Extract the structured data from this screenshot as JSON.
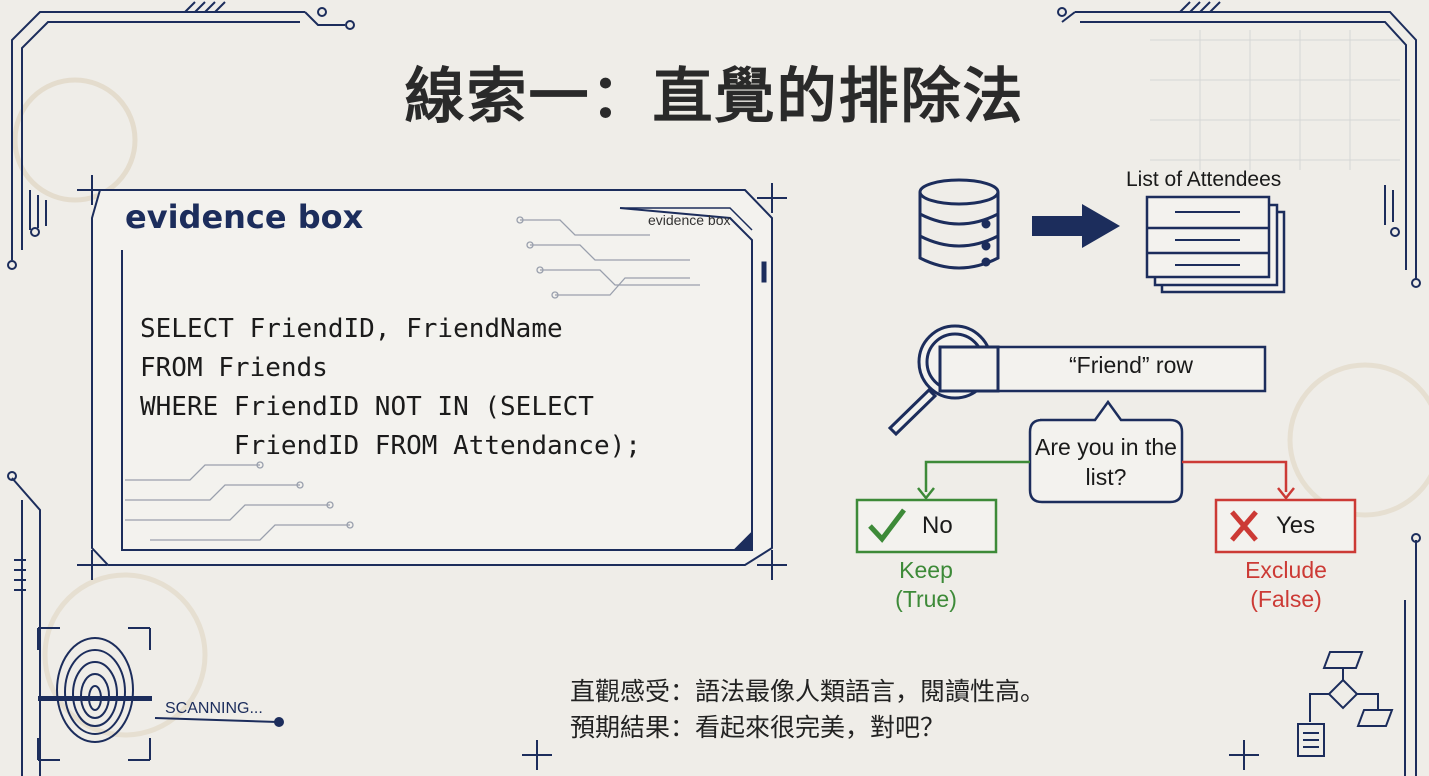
{
  "title": "線索一：直覺的排除法",
  "evidence_box": {
    "heading": "evidence box",
    "tab_label": "evidence box",
    "code": "SELECT FriendID, FriendName\nFROM Friends\nWHERE FriendID NOT IN (SELECT\n      FriendID FROM Attendance);"
  },
  "flow": {
    "attendees_label": "List of Attendees",
    "friend_row_label": "“Friend” row",
    "question": "Are you in the list?",
    "no_label": "No",
    "keep_label": "Keep\n(True)",
    "yes_label": "Yes",
    "exclude_label": "Exclude\n(False)"
  },
  "scanning_label": "SCANNING...",
  "notes": {
    "line1": "直觀感受：語法最像人類語言，閱讀性高。",
    "line2": "預期結果：看起來很完美，對吧？"
  },
  "colors": {
    "navy": "#1c2d5c",
    "green": "#3d8a38",
    "red": "#cc3a35",
    "background": "#efede8"
  },
  "icons": [
    "database-icon",
    "arrow-right-icon",
    "document-stack-icon",
    "magnifier-icon",
    "check-icon",
    "cross-icon",
    "fingerprint-icon",
    "flowchart-icon"
  ]
}
